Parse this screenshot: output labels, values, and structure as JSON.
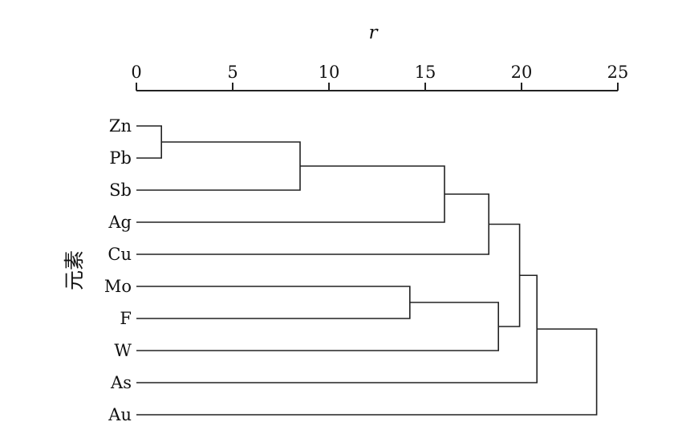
{
  "chart_data": {
    "type": "dendrogram",
    "xlabel": "r",
    "ylabel": "元素",
    "xlim": [
      0,
      25
    ],
    "xticks": [
      "0",
      "5",
      "10",
      "15",
      "20",
      "25"
    ],
    "leaves": [
      "Zn",
      "Pb",
      "Sb",
      "Ag",
      "Cu",
      "Mo",
      "F",
      "W",
      "As",
      "Au"
    ],
    "merges": [
      {
        "left": "Zn",
        "right": "Pb",
        "distance": 1.3
      },
      {
        "left": "Zn+Pb",
        "right": "Sb",
        "distance": 8.5
      },
      {
        "left": "Zn+Pb+Sb",
        "right": "Ag",
        "distance": 16.0
      },
      {
        "left": "Zn+Pb+Sb+Ag",
        "right": "Cu",
        "distance": 18.3
      },
      {
        "left": "Mo",
        "right": "F",
        "distance": 14.2
      },
      {
        "left": "Mo+F",
        "right": "W",
        "distance": 18.8
      },
      {
        "left": "Zn+Pb+Sb+Ag+Cu",
        "right": "Mo+F+W",
        "distance": 19.9
      },
      {
        "left": "Zn+Pb+Sb+Ag+Cu+Mo+F+W",
        "right": "As",
        "distance": 20.8
      },
      {
        "left": "Zn+Pb+Sb+Ag+Cu+Mo+F+W+As",
        "right": "Au",
        "distance": 23.9
      }
    ]
  }
}
